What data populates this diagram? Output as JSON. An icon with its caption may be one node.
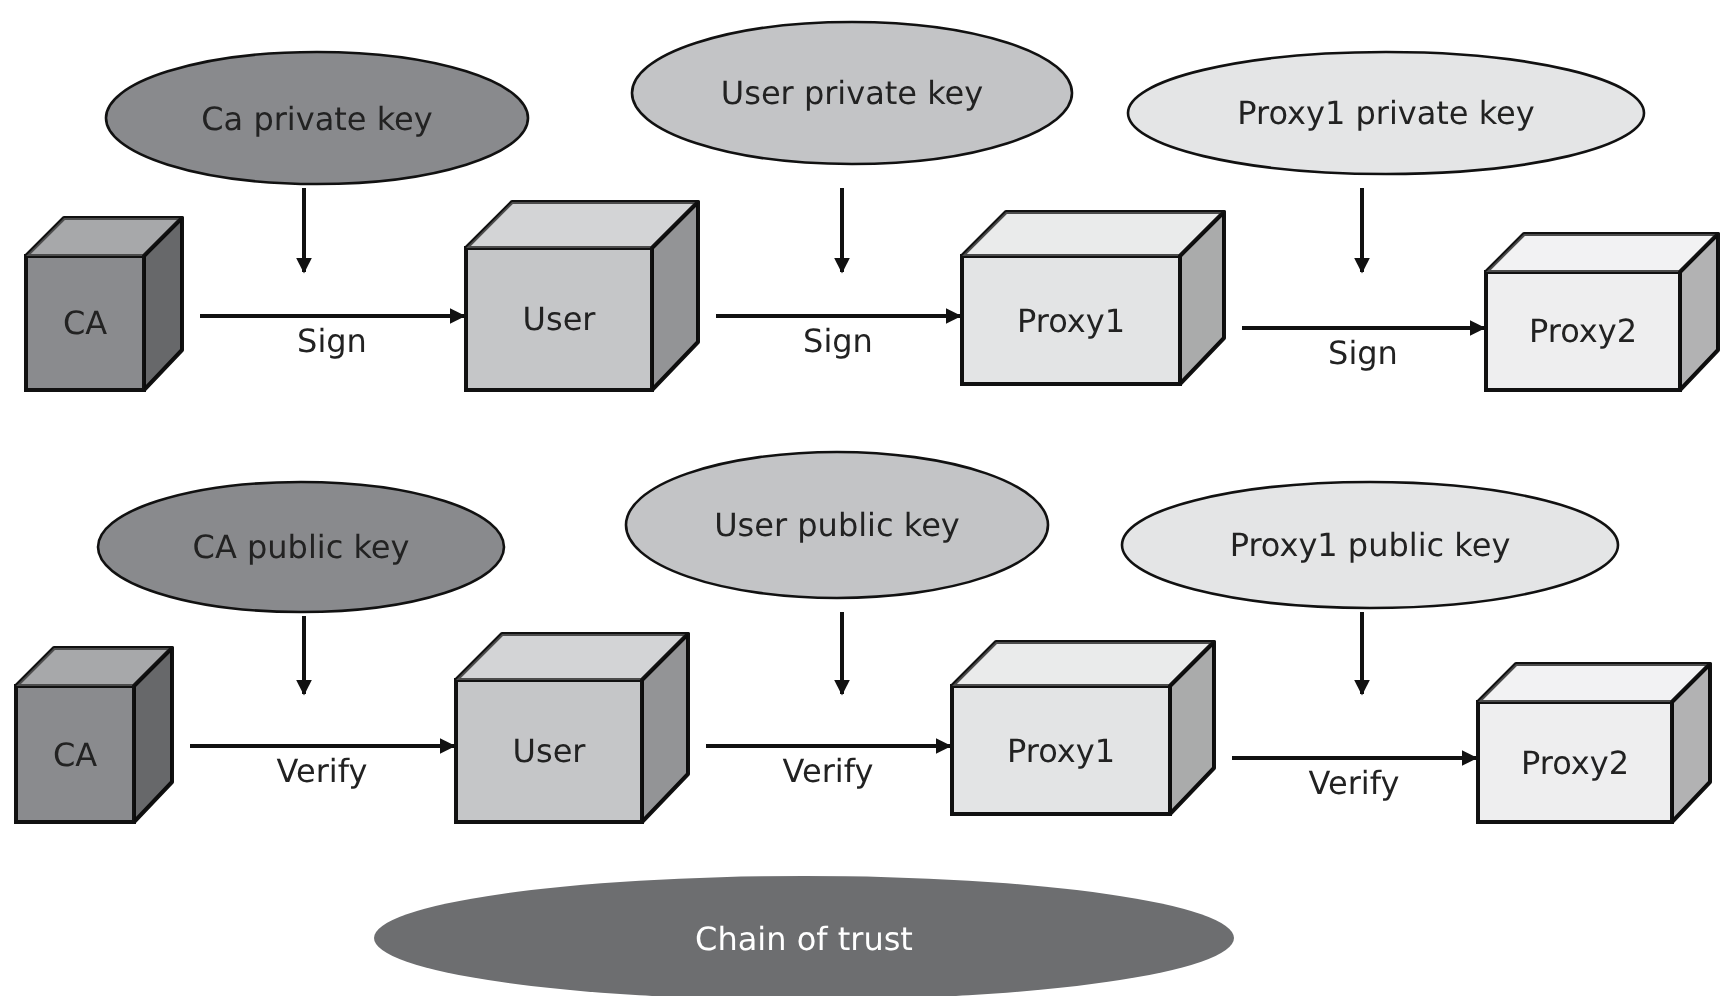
{
  "diagram": {
    "nodes": [
      {
        "text": [
          "Ca private key"
        ]
      },
      {
        "text": [
          "User private key"
        ]
      },
      {
        "text": [
          "Proxy1 private key"
        ]
      },
      {
        "text": [
          "CA"
        ]
      },
      {
        "text": [
          "User"
        ]
      },
      {
        "text": [
          "Proxy1"
        ]
      },
      {
        "text": [
          "Proxy2"
        ]
      },
      {
        "text": [
          "CA public key"
        ]
      },
      {
        "text": [
          "User public key"
        ]
      },
      {
        "text": [
          "Proxy1 public key"
        ]
      },
      {
        "text": [
          "CA"
        ]
      },
      {
        "text": [
          "User"
        ]
      },
      {
        "text": [
          "Proxy1"
        ]
      },
      {
        "text": [
          "Proxy2"
        ]
      },
      {
        "text": [
          "Chain of trust"
        ]
      }
    ],
    "edges": [
      {
        "from": 3,
        "to": 4,
        "arrow": "to",
        "label": "Sign"
      },
      {
        "from": 4,
        "to": 5,
        "arrow": "to",
        "label": "Sign"
      },
      {
        "from": 5,
        "to": 6,
        "arrow": "to",
        "label": "Sign"
      },
      {
        "from": 0,
        "to": null,
        "arrow": "to"
      },
      {
        "from": 1,
        "to": null,
        "arrow": "to"
      },
      {
        "from": 2,
        "to": null,
        "arrow": "to"
      },
      {
        "from": 10,
        "to": 11,
        "arrow": "to",
        "label": "Verify"
      },
      {
        "from": 11,
        "to": 12,
        "arrow": "to",
        "label": "Verify"
      },
      {
        "from": 12,
        "to": 13,
        "arrow": "to",
        "label": "Verify"
      },
      {
        "from": 7,
        "to": null,
        "arrow": "to"
      },
      {
        "from": 8,
        "to": null,
        "arrow": "to"
      },
      {
        "from": 9,
        "to": null,
        "arrow": "to"
      }
    ]
  }
}
